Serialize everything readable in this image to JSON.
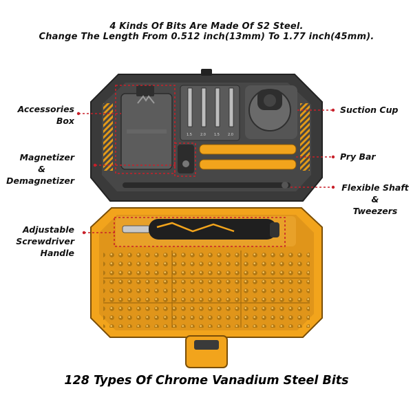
{
  "header": {
    "line1": "4 Kinds Of Bits Are Made Of S2 Steel.",
    "line2": "Change The Length From 0.512 inch(13mm) To 1.77 inch(45mm)."
  },
  "callouts": {
    "accessories_box": [
      "Accessories",
      "Box"
    ],
    "magnetizer": [
      "Magnetizer",
      "&",
      "Demagnetizer"
    ],
    "adjustable_handle": [
      "Adjustable",
      "Screwdriver",
      "Handle"
    ],
    "suction_cup": "Suction Cup",
    "pry_bar": "Pry Bar",
    "flexible_shaft": [
      "Flexible Shaft",
      "&",
      "Tweezers"
    ]
  },
  "bit_sizes": [
    "1.5",
    "2.0",
    "1.5",
    "2.0"
  ],
  "footer": "128 Types Of Chrome Vanadium Steel Bits",
  "colors": {
    "accent": "#f2a41c",
    "case_dark": "#3b3b3b",
    "callout_dash": "#c8202a"
  }
}
